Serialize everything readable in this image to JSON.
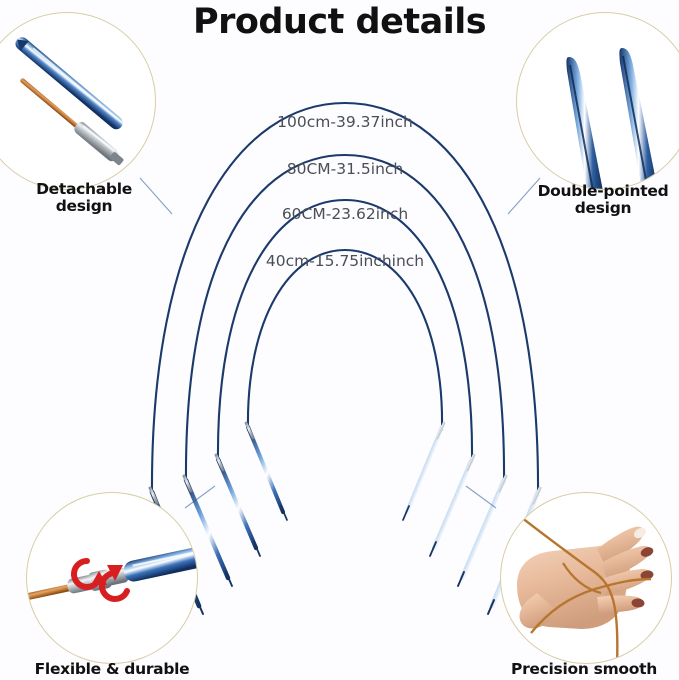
{
  "page": {
    "title": "Product details",
    "background_color": "#fdfdff"
  },
  "colors": {
    "title_text": "#111111",
    "ring_border": "#d8cda4",
    "needle_blue": "#1b3a6b",
    "needle_light_blue": "#5b8fd0",
    "cable_copper": "#c27a3a",
    "connector_silver": "#b9bec4",
    "arrow_red": "#d81f20",
    "size_label_text": "#4a4f57",
    "skin": "#e9bb9a"
  },
  "callouts": [
    {
      "id": "detachable",
      "label": "Detachable\ndesign",
      "position": "top-left",
      "icon": "detachable-needle-icon"
    },
    {
      "id": "double-pointed",
      "label": "Double-pointed\ndesign",
      "position": "top-right",
      "icon": "double-pointed-needle-icon"
    },
    {
      "id": "flexible",
      "label": "Flexible & durable",
      "position": "bottom-left",
      "icon": "rotating-joint-icon"
    },
    {
      "id": "precision",
      "label": "Precision smooth",
      "position": "bottom-right",
      "icon": "hand-with-cable-icon"
    }
  ],
  "sizes": [
    {
      "id": "s100",
      "label": "100cm-39.37inch",
      "cm": 100,
      "inch": 39.37
    },
    {
      "id": "s80",
      "label": "80CM-31.5inch",
      "cm": 80,
      "inch": 31.5
    },
    {
      "id": "s60",
      "label": "60CM-23.62inch",
      "cm": 60,
      "inch": 23.62
    },
    {
      "id": "s40",
      "label": "40cm-15.75inchinch",
      "cm": 40,
      "inch": 15.75
    }
  ]
}
